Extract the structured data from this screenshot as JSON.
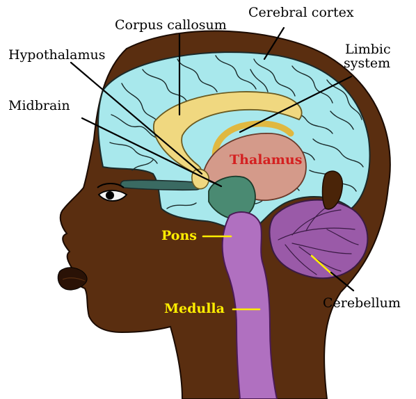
{
  "labels": {
    "corpus_callosum": "Corpus callosum",
    "cerebral_cortex": "Cerebral cortex",
    "hypothalamus": "Hypothalamus",
    "limbic_line1": "Limbic",
    "limbic_line2": "system",
    "midbrain": "Midbrain",
    "thalamus": "Thalamus",
    "pons": "Pons",
    "medulla": "Medulla",
    "cerebellum": "Cerebellum"
  },
  "colors": {
    "skin": "#5a2e10",
    "cerebrum": "#a8e8ec",
    "corpus_callosum": "#f0d880",
    "thalamus": "#d49a8a",
    "midbrain": "#4a8a72",
    "brainstem": "#b070c0",
    "cerebellum": "#9a5aa8",
    "lips": "#2a1206",
    "label_red": "#d42020",
    "label_yellow": "#ffee00"
  }
}
